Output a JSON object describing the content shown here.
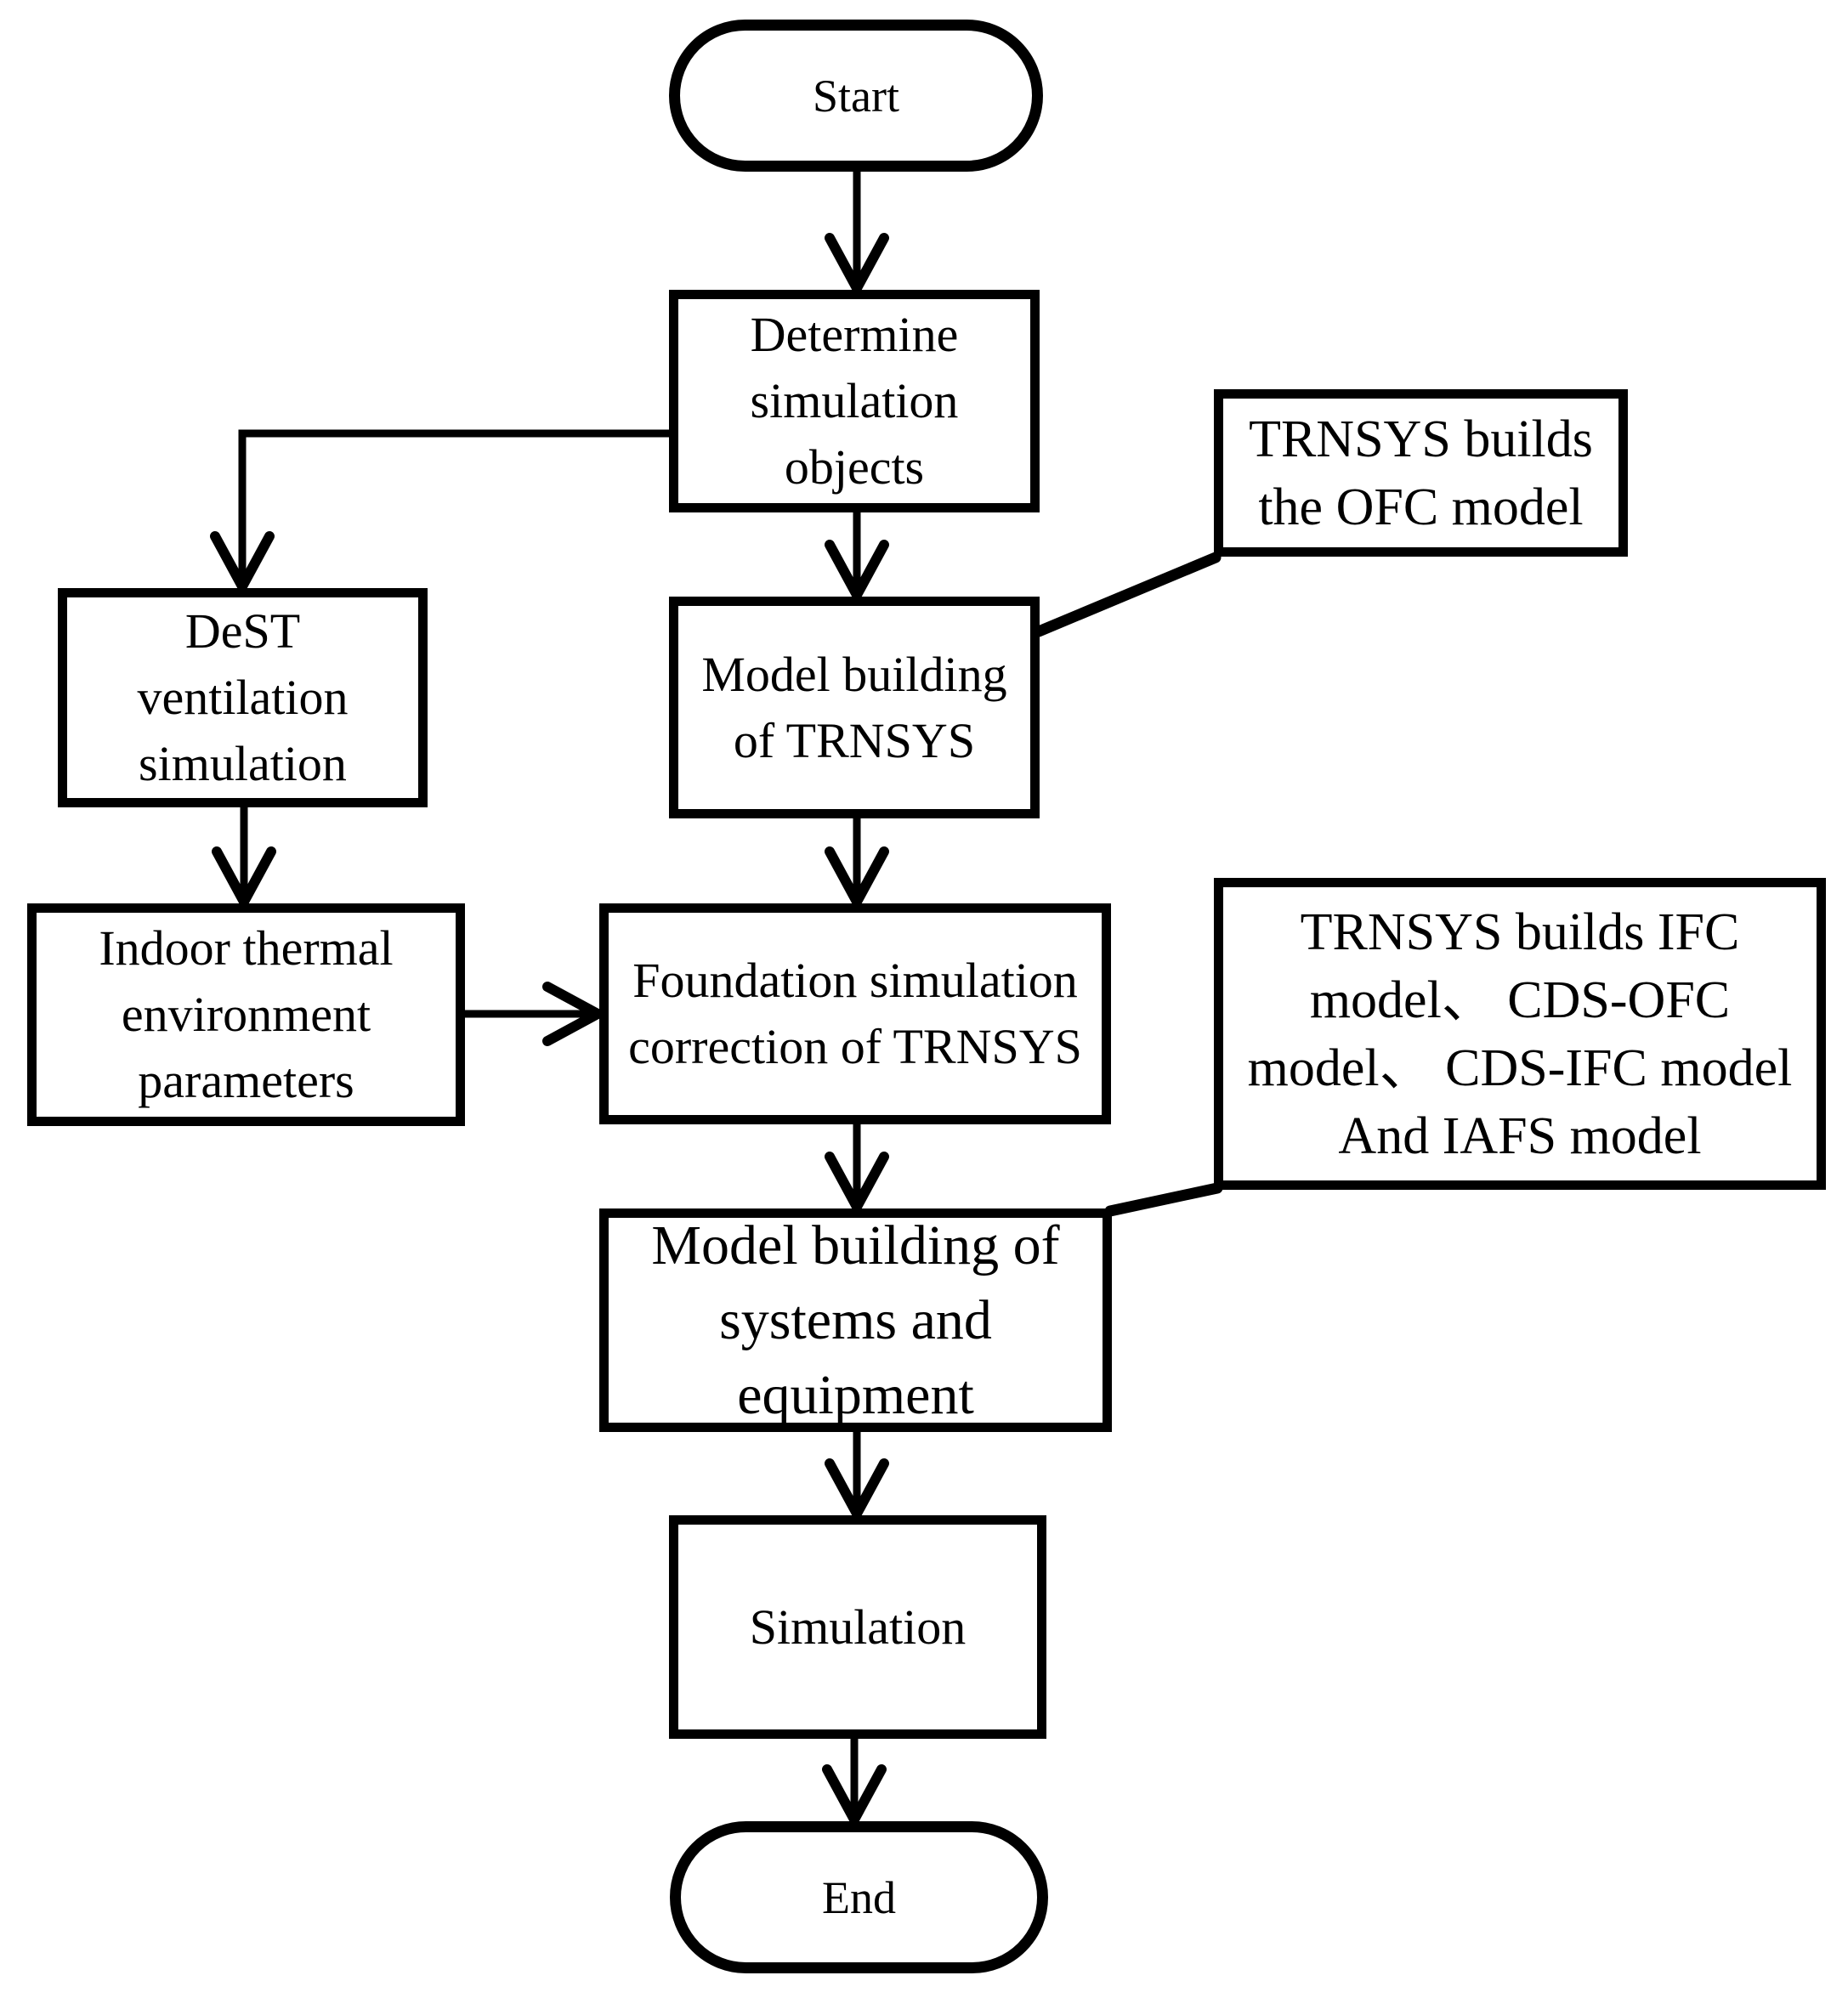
{
  "diagram": {
    "type": "flowchart",
    "colors": {
      "stroke": "#000000",
      "background": "#ffffff",
      "text": "#000000"
    },
    "nodes": {
      "start": {
        "shape": "terminator",
        "label": "Start"
      },
      "determine": {
        "shape": "process",
        "lines": [
          "Determine",
          "simulation",
          "objects"
        ]
      },
      "ofc_note": {
        "shape": "annotation",
        "lines": [
          "TRNSYS builds",
          "the OFC model"
        ]
      },
      "dest": {
        "shape": "process",
        "lines": [
          "DeST",
          "ventilation",
          "simulation"
        ]
      },
      "trnsys": {
        "shape": "process",
        "lines": [
          "Model building",
          "of TRNSYS"
        ]
      },
      "indoor": {
        "shape": "process",
        "lines": [
          "Indoor thermal",
          "environment",
          "parameters"
        ]
      },
      "foundation": {
        "shape": "process",
        "lines": [
          "Foundation simulation",
          "correction of TRNSYS"
        ]
      },
      "ifc_note": {
        "shape": "annotation",
        "lines": [
          "TRNSYS builds IFC",
          "model、 CDS-OFC",
          "model、 CDS-IFC model",
          "And IAFS model"
        ]
      },
      "systems": {
        "shape": "process",
        "lines": [
          "Model building of",
          "systems and",
          "equipment"
        ]
      },
      "simulation": {
        "shape": "process",
        "label": "Simulation"
      },
      "end": {
        "shape": "terminator",
        "label": "End"
      }
    },
    "edges": [
      {
        "from": "start",
        "to": "determine",
        "arrow": true
      },
      {
        "from": "determine",
        "to": "trnsys",
        "arrow": true
      },
      {
        "from": "determine",
        "to": "dest",
        "arrow": true
      },
      {
        "from": "dest",
        "to": "indoor",
        "arrow": true
      },
      {
        "from": "trnsys",
        "to": "foundation",
        "arrow": true
      },
      {
        "from": "indoor",
        "to": "foundation",
        "arrow": true
      },
      {
        "from": "foundation",
        "to": "systems",
        "arrow": true
      },
      {
        "from": "systems",
        "to": "simulation",
        "arrow": true
      },
      {
        "from": "simulation",
        "to": "end",
        "arrow": true
      },
      {
        "from": "ofc_note",
        "to": "trnsys",
        "arrow": false
      },
      {
        "from": "ifc_note",
        "to": "systems",
        "arrow": false
      }
    ]
  }
}
